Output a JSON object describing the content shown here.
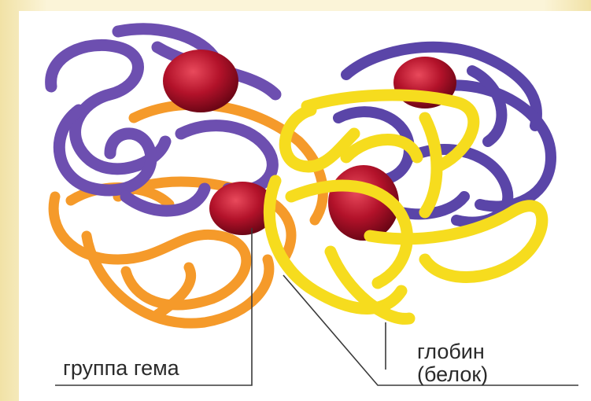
{
  "labels": {
    "heme_group": "группа гема",
    "globin_line1": "глобин",
    "globin_line2": "(белок)"
  },
  "colors": {
    "alpha_chain": "#6d4fb0",
    "beta_chain_orange": "#f59a2a",
    "beta_chain_yellow": "#f6dc1e",
    "heme": "#b3122a",
    "background": "#f3e7b6"
  }
}
